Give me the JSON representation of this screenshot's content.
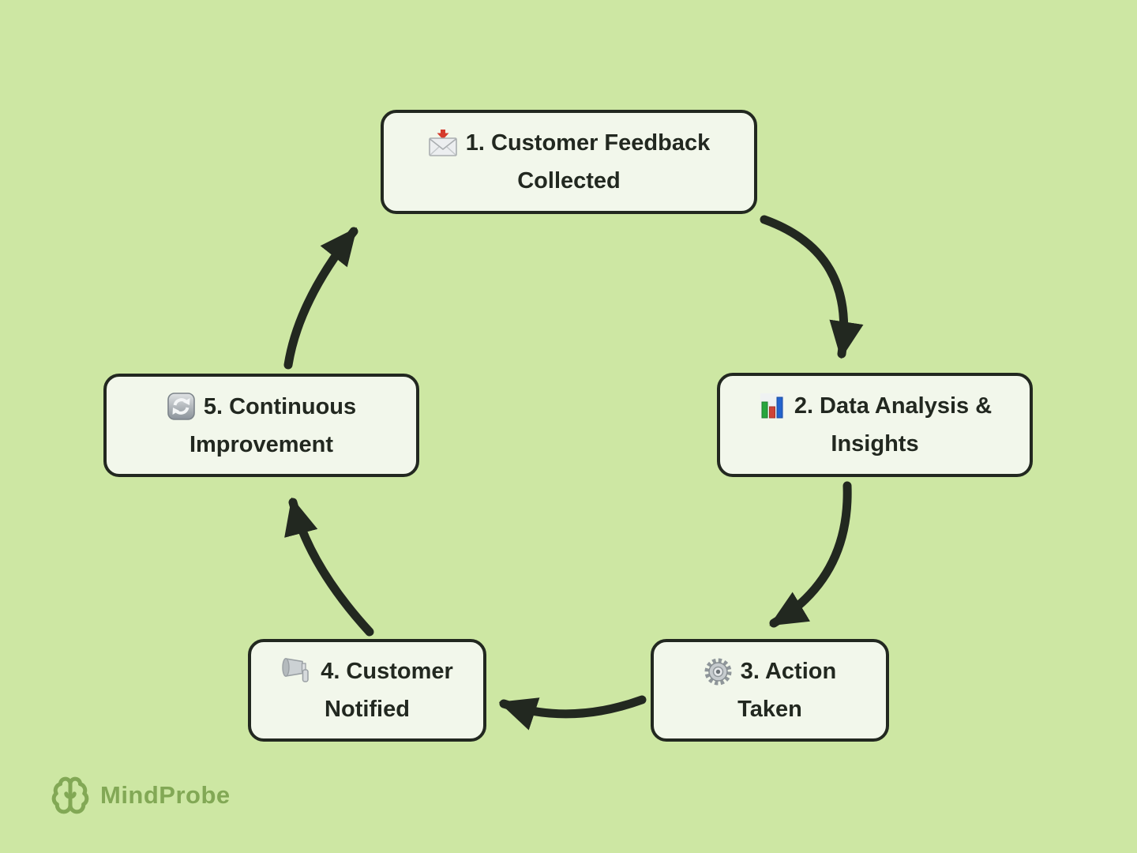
{
  "palette": {
    "background": "#cde7a3",
    "ink": "#222820",
    "node_fill": "#f2f7eb",
    "logo_green": "#82a855"
  },
  "diagram": {
    "nodes": [
      {
        "id": "1",
        "icon": "inbox-envelope-icon",
        "label": "1. Customer Feedback Collected",
        "line1": "1. Customer Feedback",
        "line2": "Collected"
      },
      {
        "id": "2",
        "icon": "bar-chart-icon",
        "label": "2. Data Analysis & Insights",
        "line1": "2. Data Analysis &",
        "line2": "Insights"
      },
      {
        "id": "3",
        "icon": "gear-icon",
        "label": "3. Action Taken",
        "line1": "3. Action",
        "line2": "Taken"
      },
      {
        "id": "4",
        "icon": "megaphone-icon",
        "label": "4. Customer Notified",
        "line1": "4. Customer",
        "line2": "Notified"
      },
      {
        "id": "5",
        "icon": "refresh-icon",
        "label": "5. Continuous Improvement",
        "line1": "5. Continuous",
        "line2": "Improvement"
      }
    ],
    "edges": [
      {
        "from": "1",
        "to": "2"
      },
      {
        "from": "2",
        "to": "3"
      },
      {
        "from": "3",
        "to": "4"
      },
      {
        "from": "4",
        "to": "5"
      },
      {
        "from": "5",
        "to": "1"
      }
    ]
  },
  "logo": {
    "text": "MindProbe",
    "icon": "brain-icon"
  }
}
